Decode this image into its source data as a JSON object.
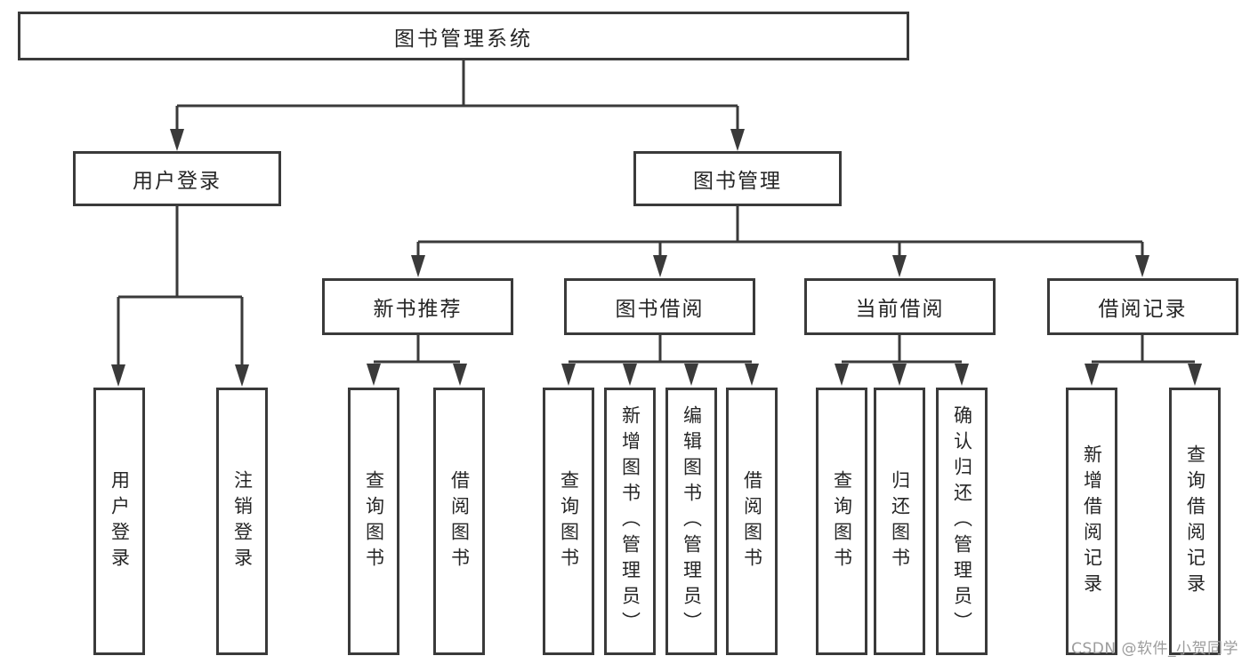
{
  "tree": {
    "root": "图书管理系统",
    "branches": [
      {
        "label": "用户登录",
        "leaves": [
          "用户登录",
          "注销登录"
        ]
      },
      {
        "label": "图书管理",
        "groups": [
          {
            "label": "新书推荐",
            "leaves": [
              "查询图书",
              "借阅图书"
            ]
          },
          {
            "label": "图书借阅",
            "leaves": [
              "查询图书",
              "新增图书（管理员）",
              "编辑图书（管理员）",
              "借阅图书"
            ]
          },
          {
            "label": "当前借阅",
            "leaves": [
              "查询图书",
              "归还图书",
              "确认归还（管理员）"
            ]
          },
          {
            "label": "借阅记录",
            "leaves": [
              "新增借阅记录",
              "查询借阅记录"
            ]
          }
        ]
      }
    ]
  },
  "watermark": "CSDN @软件_小贺同学",
  "colors": {
    "line": "#3a3a3a",
    "text": "#262626",
    "box_background": "#ffffff",
    "watermark": "#9c9c9c",
    "background": "#ffffff"
  }
}
